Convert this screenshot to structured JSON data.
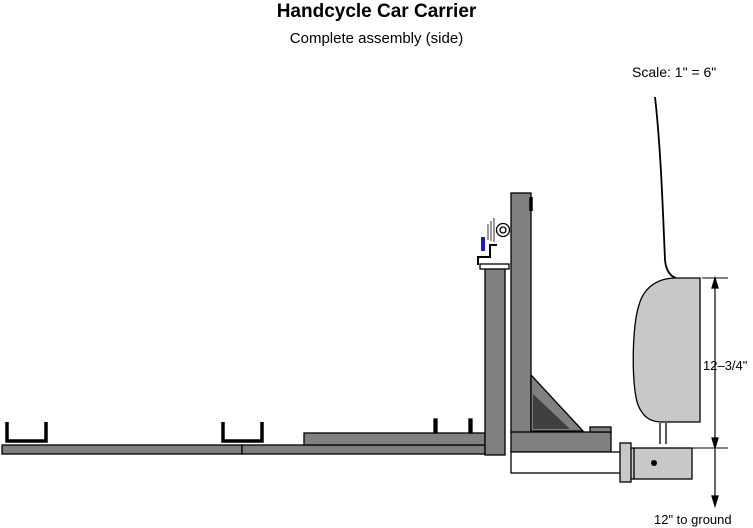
{
  "title": "Handcycle Car Carrier",
  "subtitle": "Complete assembly (side)",
  "scale_label": "Scale: 1\" = 6\"",
  "dimension_height_label": "12–3/4\"",
  "dimension_ground_label": "12\" to ground",
  "colors": {
    "steel_gray": "#808080",
    "bumper_gray": "#c8c8c8",
    "gusset_dark": "#404040",
    "bracket_blue": "#1a1ad0",
    "outline": "#000000"
  }
}
